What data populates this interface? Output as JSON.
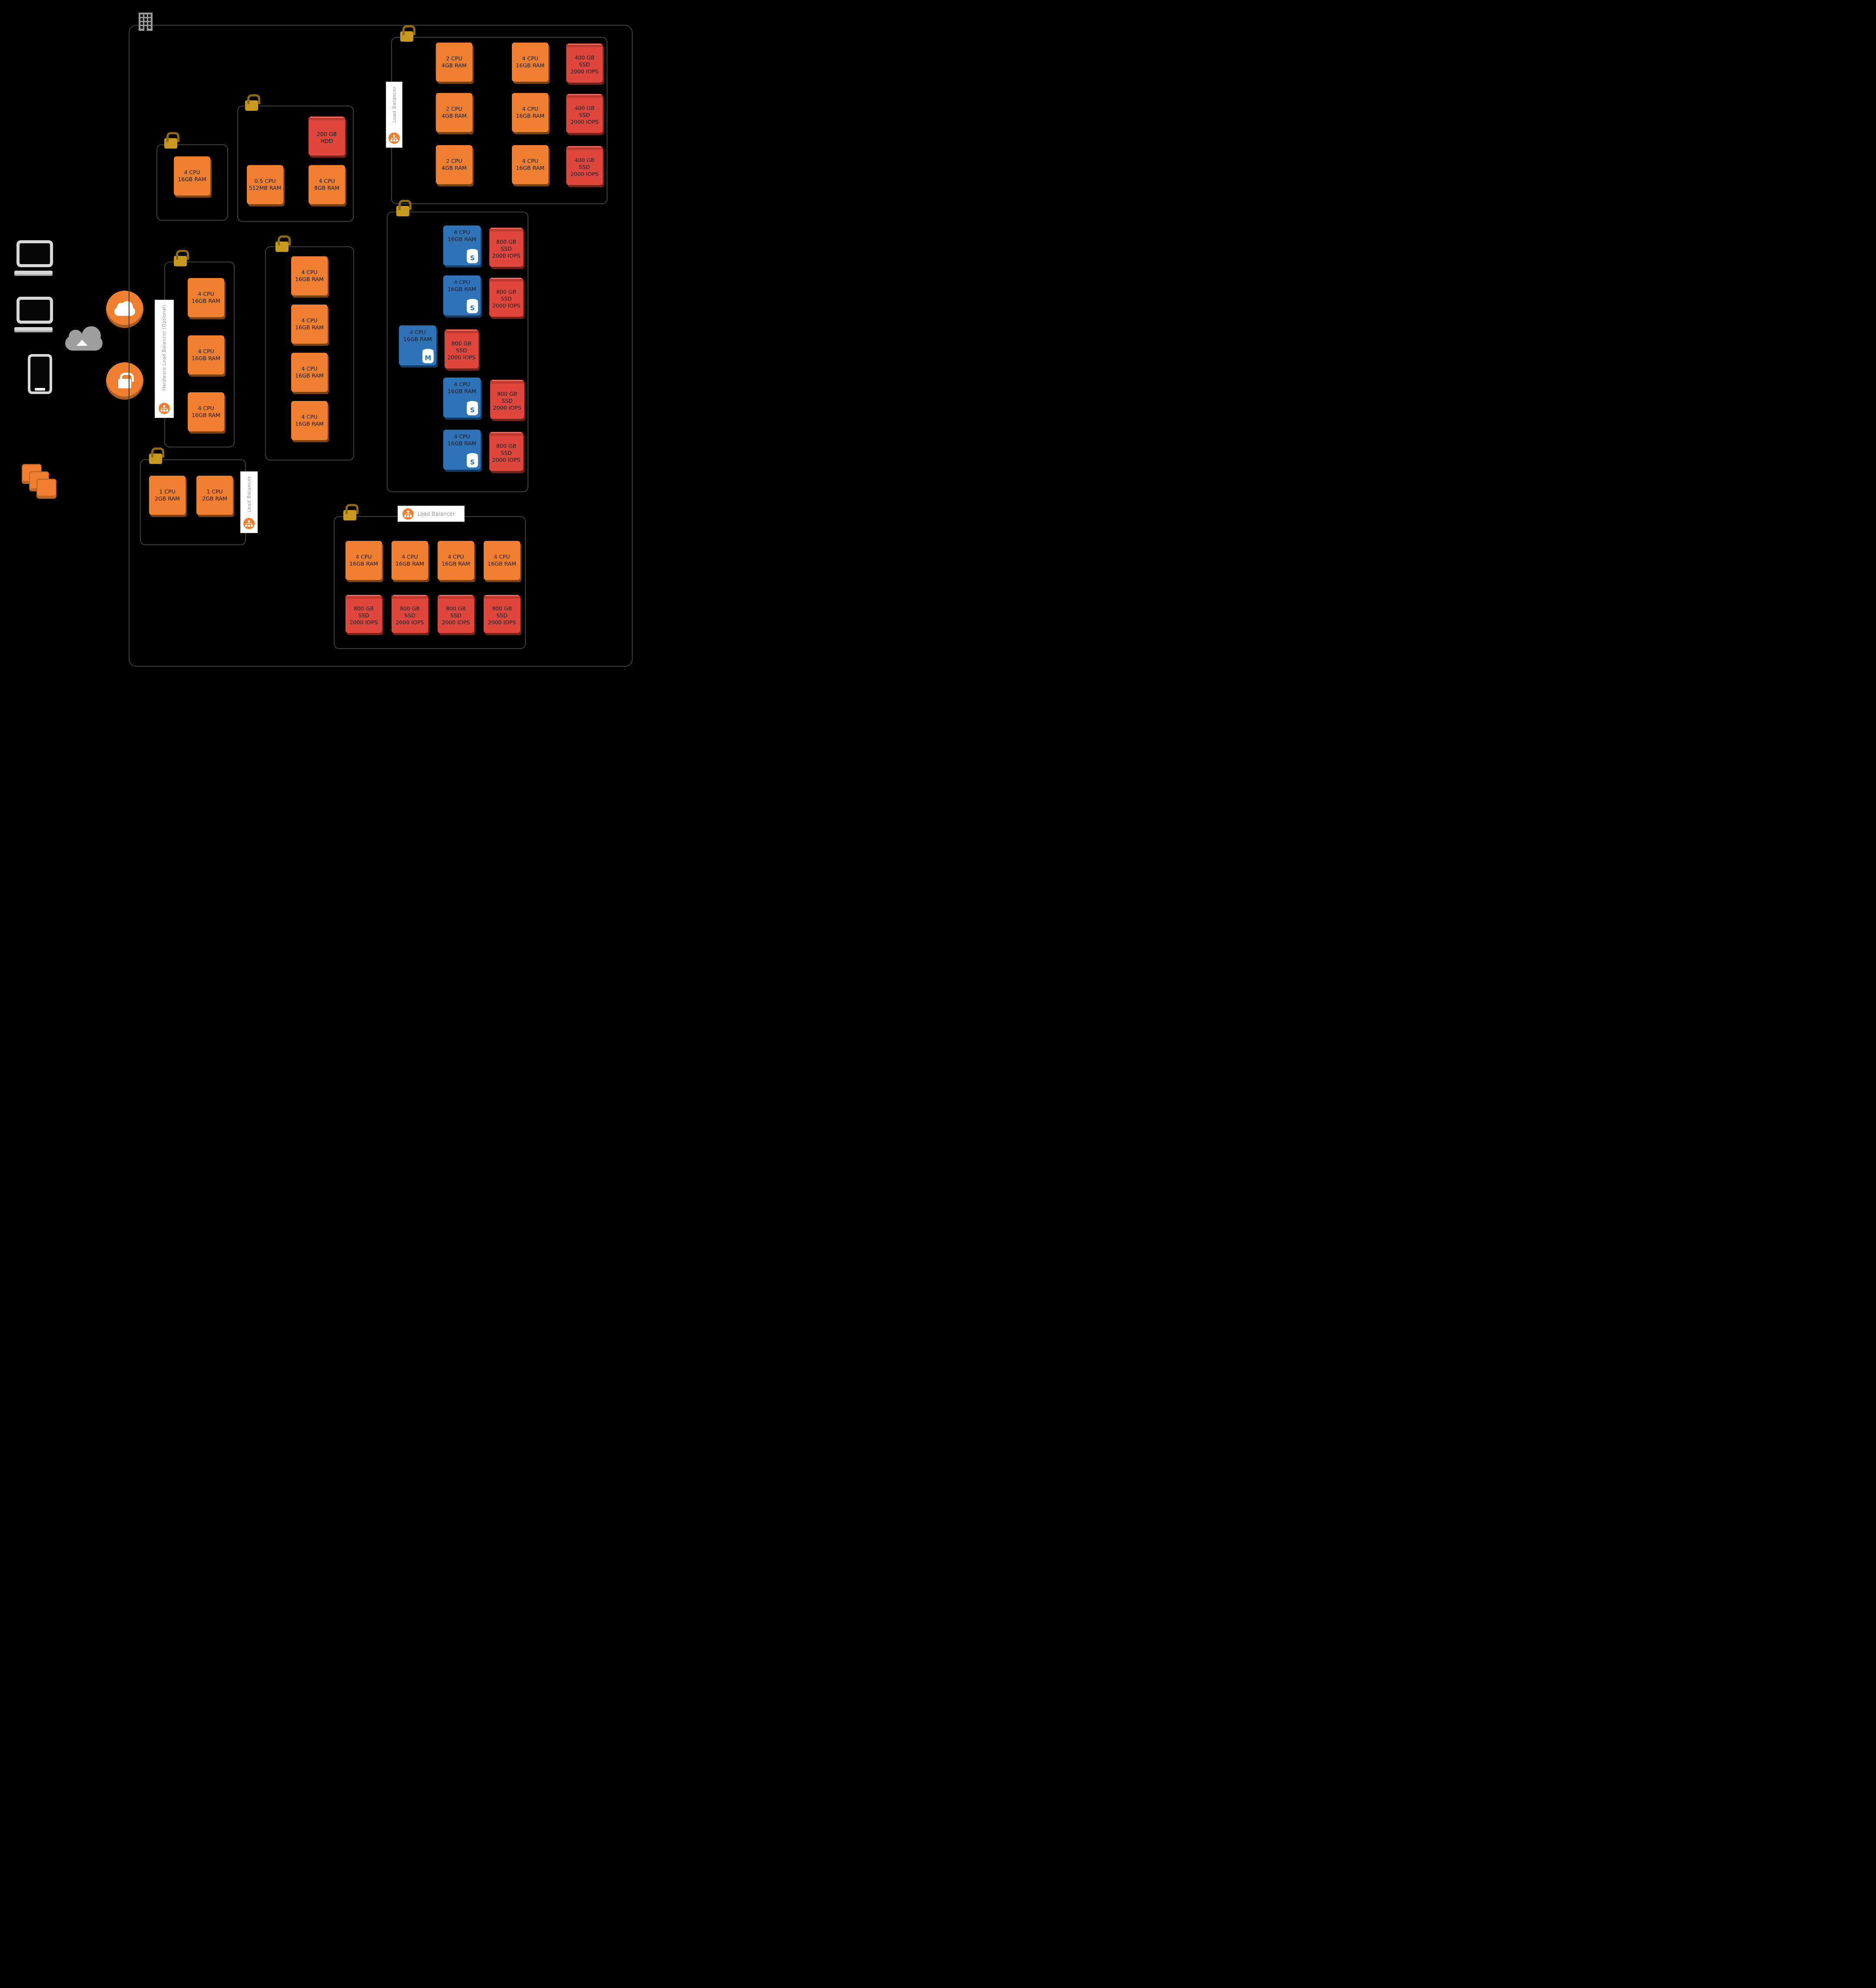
{
  "colors": {
    "background": "#000000",
    "compute_node": "#F0802F",
    "storage_node": "#E0463C",
    "database_node": "#2E73B8",
    "padlock": "#C9991F",
    "label_text": "#9B9B9B",
    "group_border": "#3C3C3C"
  },
  "icons": {
    "building-icon": "office building",
    "padlock-icon": "security padlock",
    "load-balancer-icon": "load balancer network glyph",
    "cloud-icon": "public cloud",
    "secure-lock-icon": "secure connection padlock",
    "cloud-transfer-icon": "cloud upload and download",
    "laptop-icon": "client workstation",
    "phone-icon": "mobile client",
    "app-stack-icon": "stacked app instances",
    "database-icon": "database cylinder"
  },
  "groups": {
    "web_tier": {
      "load_balancer_label": "Load Balancer",
      "compute_small": [
        "2 CPU\n4GB RAM",
        "2 CPU\n4GB RAM",
        "2 CPU\n4GB RAM"
      ],
      "compute_large": [
        "4 CPU\n16GB RAM",
        "4 CPU\n16GB RAM",
        "4 CPU\n16GB RAM"
      ],
      "storage": [
        "400 GB\nSSD\n2000 IOPS",
        "400 GB\nSSD\n2000 IOPS",
        "400 GB\nSSD\n2000 IOPS"
      ]
    },
    "single_node": {
      "compute": [
        "4 CPU\n16GB RAM"
      ]
    },
    "utility": {
      "storage": [
        "200 GB\nHDD"
      ],
      "compute": [
        "0.5 CPU\n512MB RAM",
        "4 CPU\n8GB RAM"
      ]
    },
    "hlb_tier": {
      "label": "Hardware Load Balancer (Optional)",
      "compute": [
        "4 CPU\n16GB RAM",
        "4 CPU\n16GB RAM",
        "4 CPU\n16GB RAM"
      ]
    },
    "app_tier": {
      "compute": [
        "4 CPU\n16GB RAM",
        "4 CPU\n16GB RAM",
        "4 CPU\n16GB RAM",
        "4 CPU\n16GB RAM"
      ]
    },
    "db_tier": {
      "rows": [
        {
          "label": "4 CPU\n16GB RAM",
          "letter": "S",
          "storage": "800 GB\nSSD\n2000 IOPS"
        },
        {
          "label": "4 CPU\n16GB RAM",
          "letter": "S",
          "storage": "800 GB\nSSD\n2000 IOPS"
        },
        {
          "label": "4 CPU\n16GB RAM",
          "letter": "M",
          "storage": "800 GB\nSSD\n2000 IOPS"
        },
        {
          "label": "4 CPU\n16GB RAM",
          "letter": "S",
          "storage": "800 GB\nSSD\n2000 IOPS"
        },
        {
          "label": "4 CPU\n16GB RAM",
          "letter": "S",
          "storage": "800 GB\nSSD\n2000 IOPS"
        }
      ]
    },
    "small_lb": {
      "load_balancer_label": "Load Balancer",
      "compute": [
        "1 CPU\n2GB RAM",
        "1 CPU\n2GB RAM"
      ]
    },
    "bottom_tier": {
      "load_balancer_label": "Load Balancer",
      "compute": [
        "4 CPU\n16GB RAM",
        "4 CPU\n16GB RAM",
        "4 CPU\n16GB RAM",
        "4 CPU\n16GB RAM"
      ],
      "storage": [
        "800 GB\nSSD\n2000 IOPS",
        "800 GB\nSSD\n2000 IOPS",
        "800 GB\nSSD\n2000 IOPS",
        "800 GB\nSSD\n2000 IOPS"
      ]
    }
  }
}
